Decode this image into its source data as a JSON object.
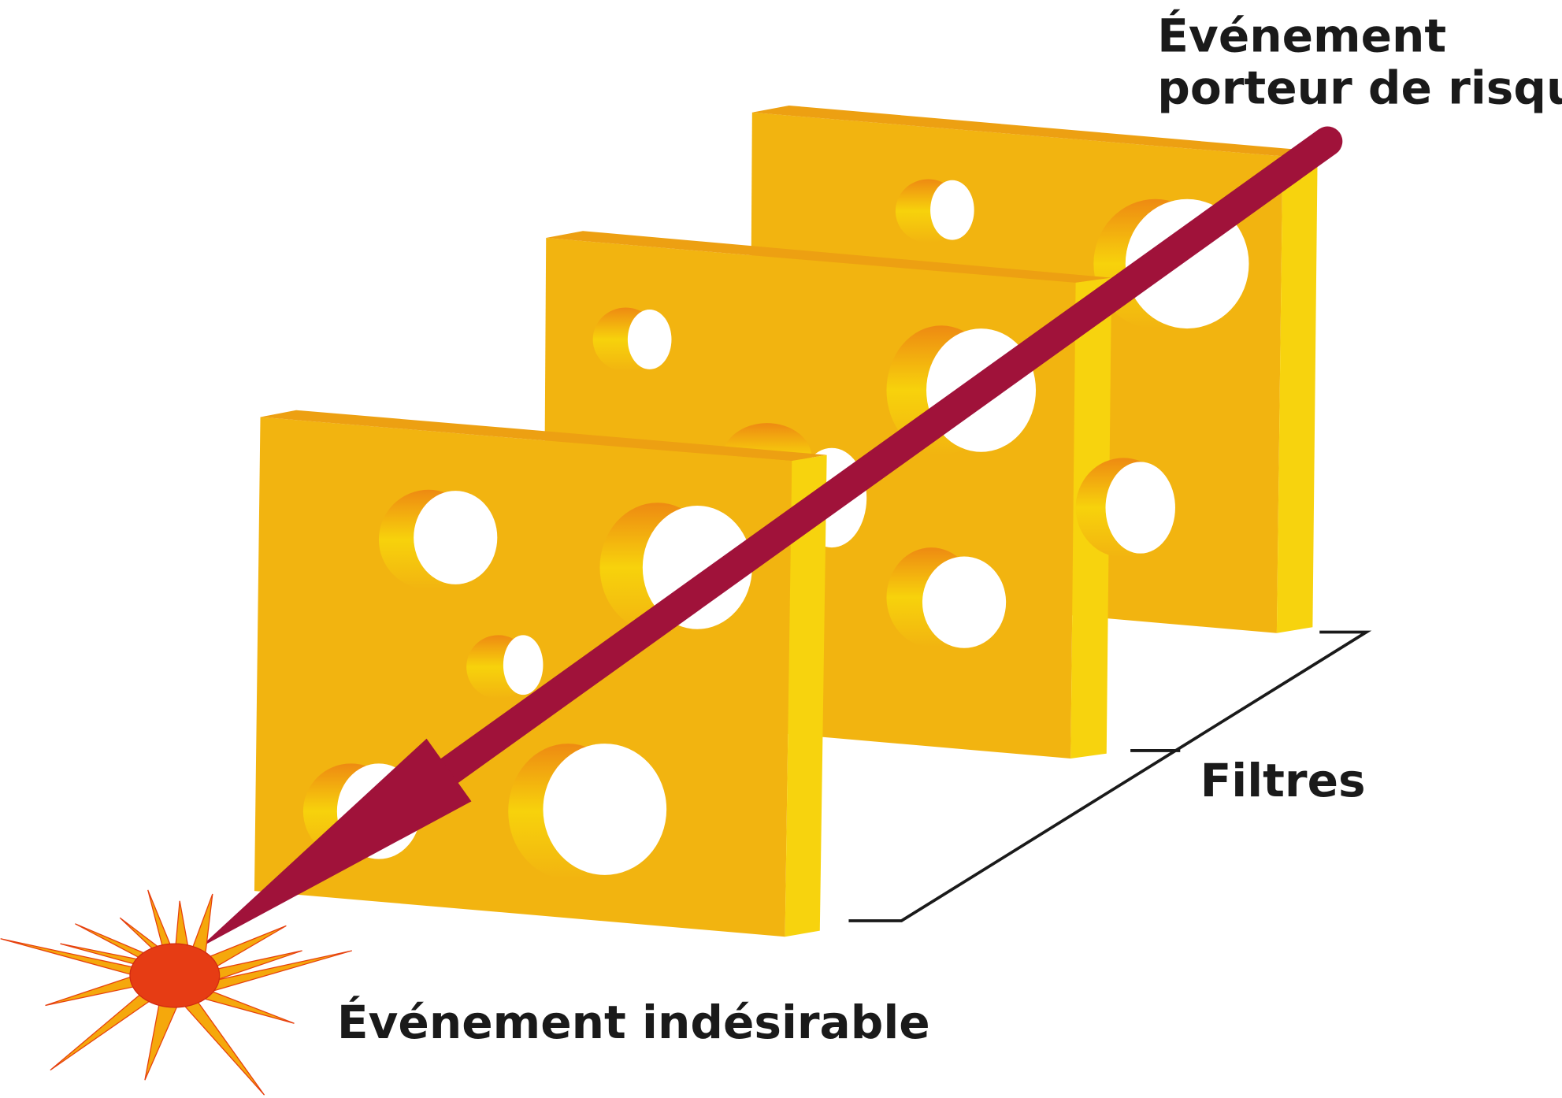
{
  "diagram": {
    "labels": {
      "source_line1": "Événement",
      "source_line2": "porteur de risque",
      "filters": "Filtres",
      "outcome": "Événement indésirable"
    },
    "colors": {
      "slice_face": "#f2b410",
      "slice_top": "#eda012",
      "slice_side": "#f7d30e",
      "arrow": "#a0123a",
      "burst_center": "#e63c14",
      "burst_rays": "#f5a80c"
    }
  }
}
